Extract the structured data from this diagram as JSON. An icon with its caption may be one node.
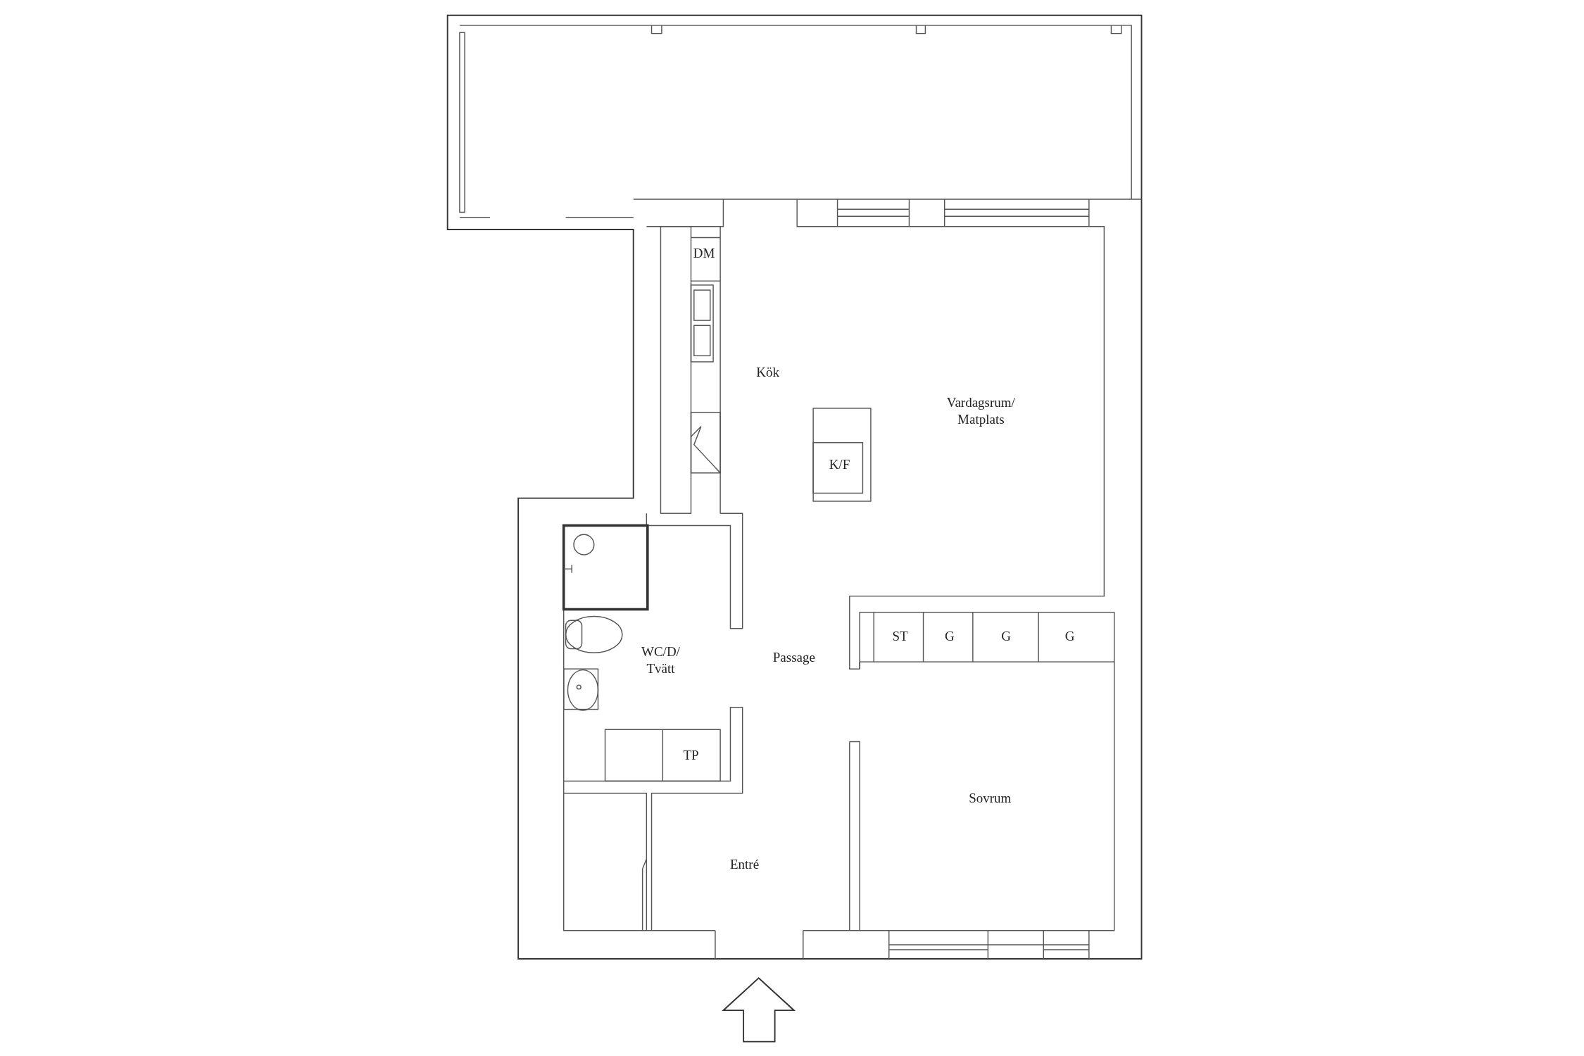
{
  "diagram": {
    "labels": [
      "DM",
      "Kök",
      "Vardagsrum/ Matplats",
      "K/F",
      "ST",
      "G",
      "G",
      "G",
      "WC/D/ Tvätt",
      "Passage",
      "TP",
      "Sovrum",
      "Entré"
    ]
  }
}
